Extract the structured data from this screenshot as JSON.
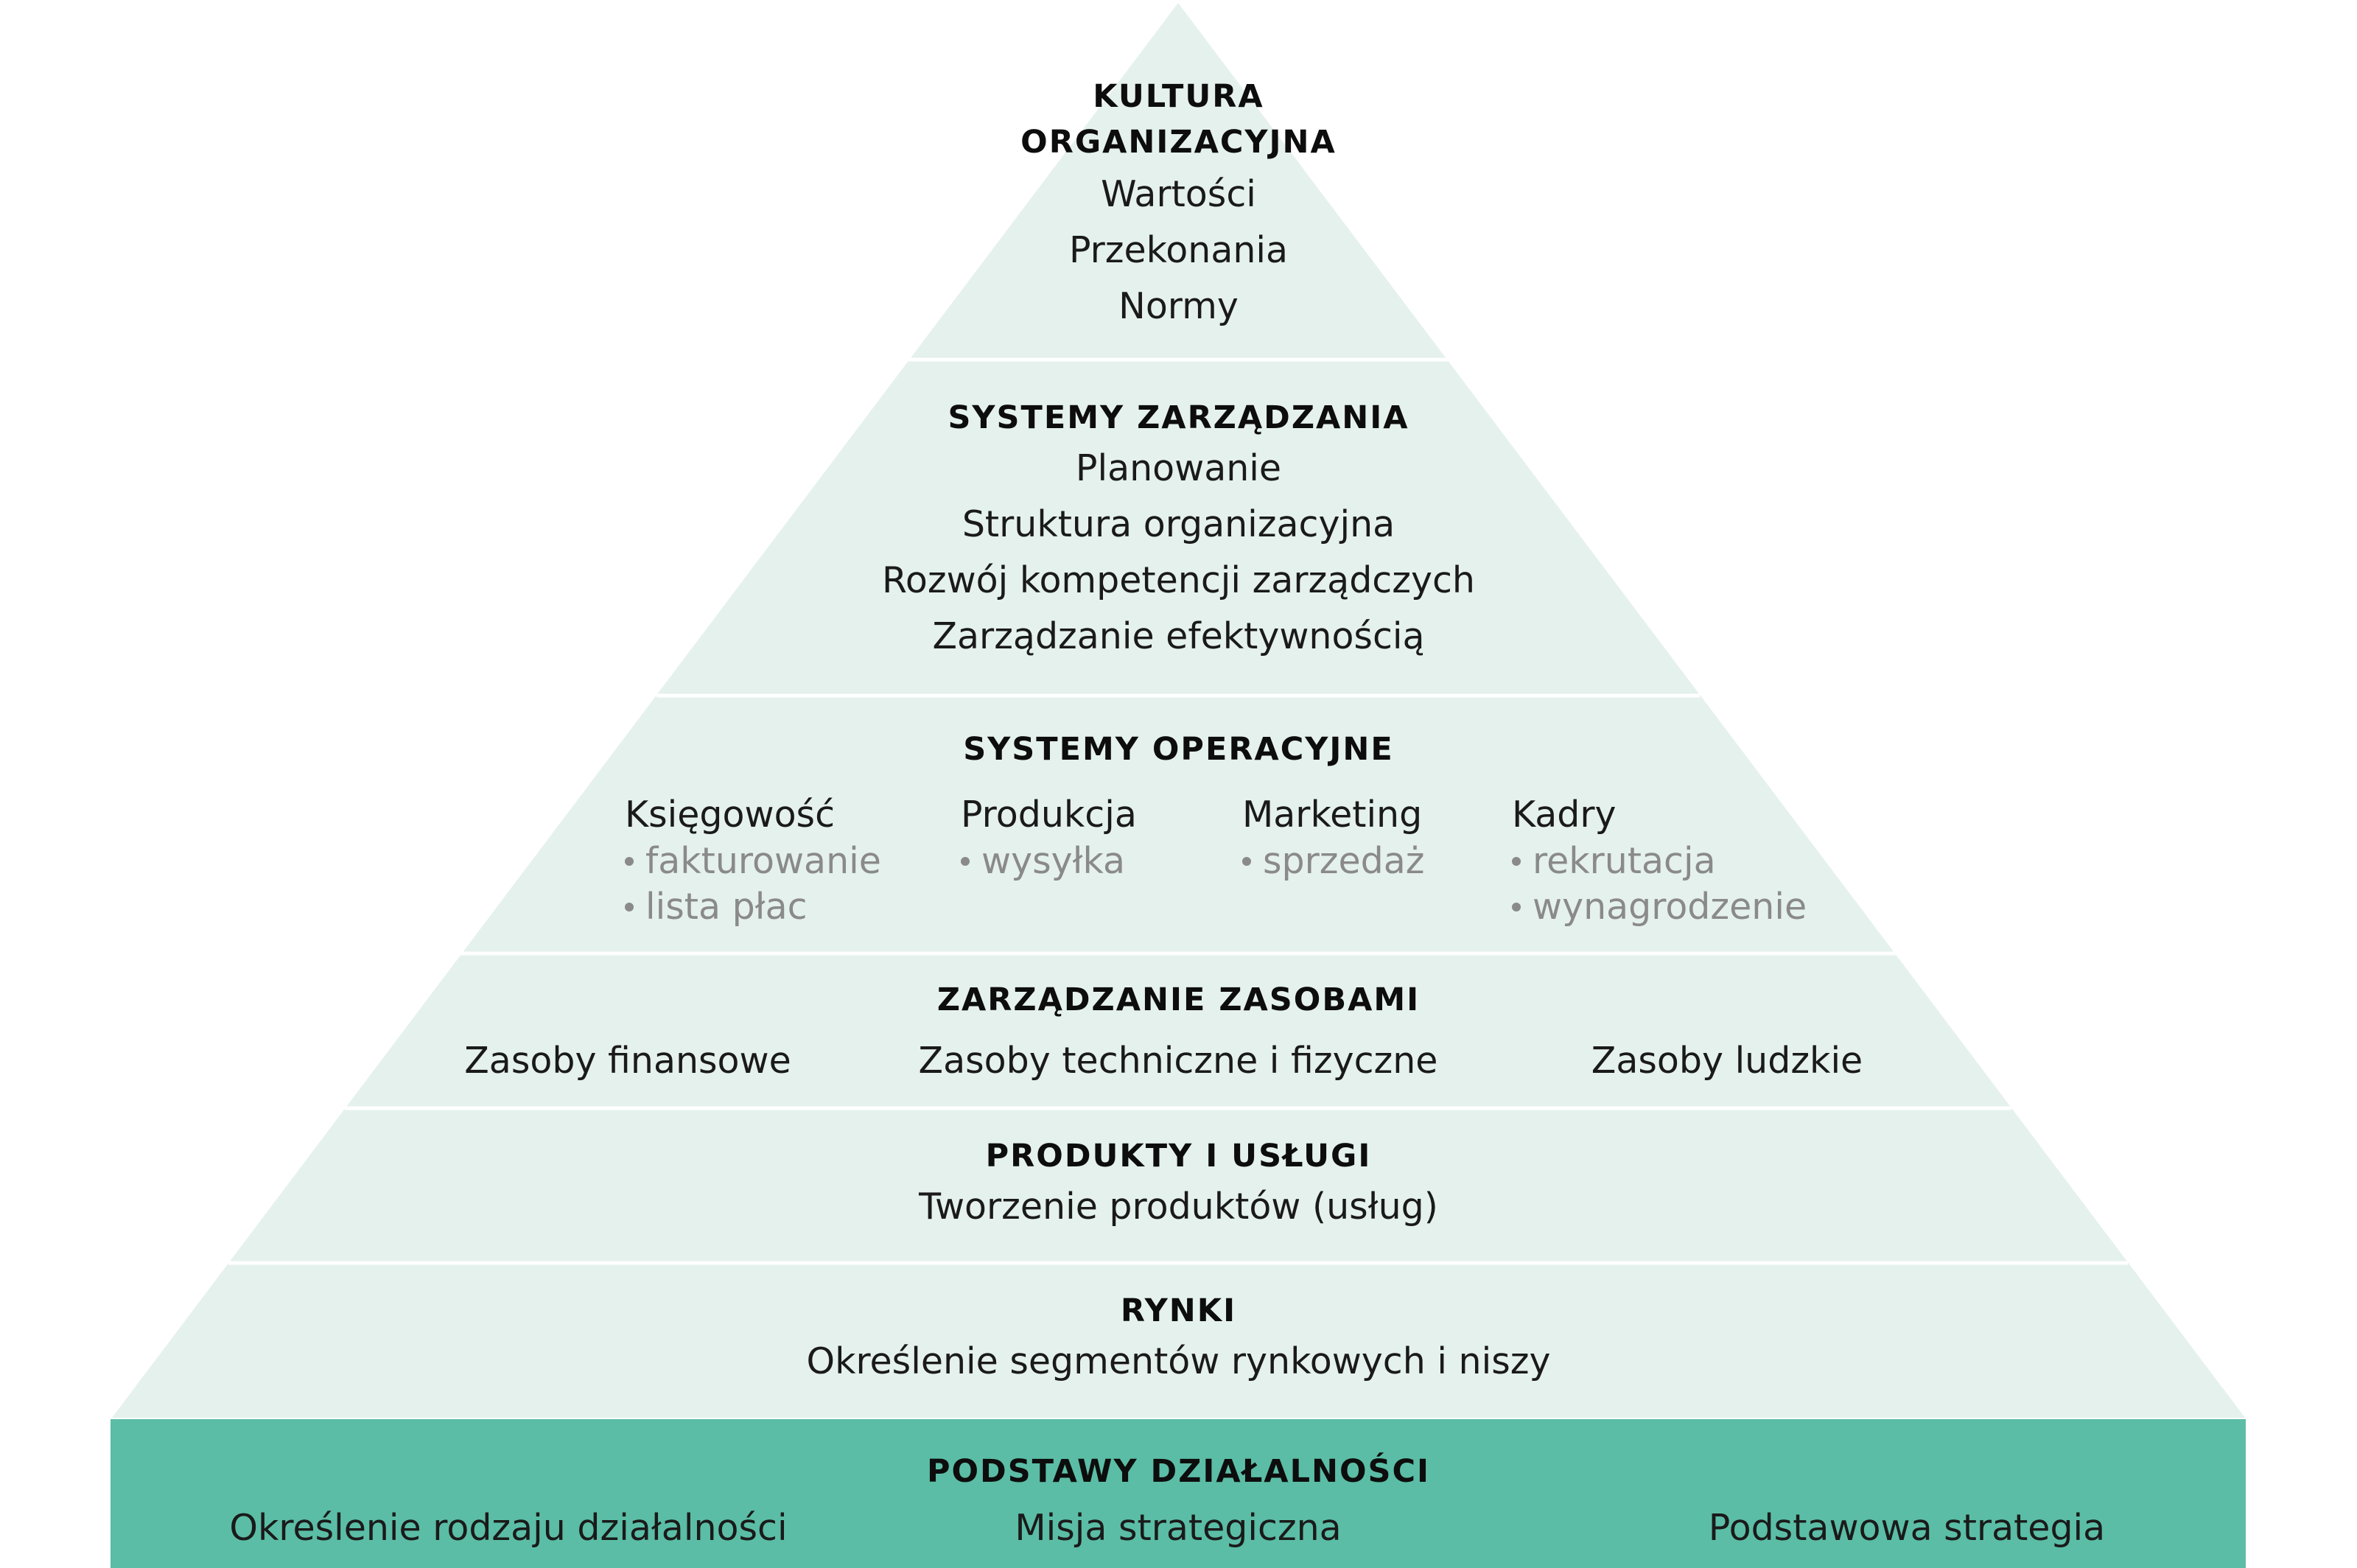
{
  "colors": {
    "pyramid_fill": "#e5f1ec",
    "base_fill": "#5bbda5",
    "separator": "#ffffff",
    "sub_text": "#8a8a8a"
  },
  "tiers": {
    "kultura": {
      "title_line1": "KULTURA",
      "title_line2": "ORGANIZACYJNA",
      "items": [
        "Wartości",
        "Przekonania",
        "Normy"
      ]
    },
    "systemy_zarzadzania": {
      "title": "SYSTEMY ZARZĄDZANIA",
      "items": [
        "Planowanie",
        "Struktura organizacyjna",
        "Rozwój kompetencji zarządczych",
        "Zarządzanie efektywnością"
      ]
    },
    "systemy_operacyjne": {
      "title": "SYSTEMY OPERACYJNE",
      "columns": [
        {
          "title": "Księgowość",
          "subs": [
            "fakturowanie",
            "lista płac"
          ]
        },
        {
          "title": "Produkcja",
          "subs": [
            "wysyłka"
          ]
        },
        {
          "title": "Marketing",
          "subs": [
            "sprzedaż"
          ]
        },
        {
          "title": "Kadry",
          "subs": [
            "rekrutacja",
            "wynagrodzenie"
          ]
        }
      ]
    },
    "zarzadzanie_zasobami": {
      "title": "ZARZĄDZANIE ZASOBAMI",
      "items": [
        "Zasoby finansowe",
        "Zasoby techniczne i fizyczne",
        "Zasoby ludzkie"
      ]
    },
    "produkty": {
      "title": "PRODUKTY I USŁUGI",
      "items": [
        "Tworzenie produktów (usług)"
      ]
    },
    "rynki": {
      "title": "RYNKI",
      "items": [
        "Określenie segmentów rynkowych i niszy"
      ]
    },
    "podstawy": {
      "title": "PODSTAWY DZIAŁALNOŚCI",
      "items": [
        "Określenie rodzaju działalności",
        "Misja strategiczna",
        "Podstawowa strategia"
      ]
    }
  }
}
